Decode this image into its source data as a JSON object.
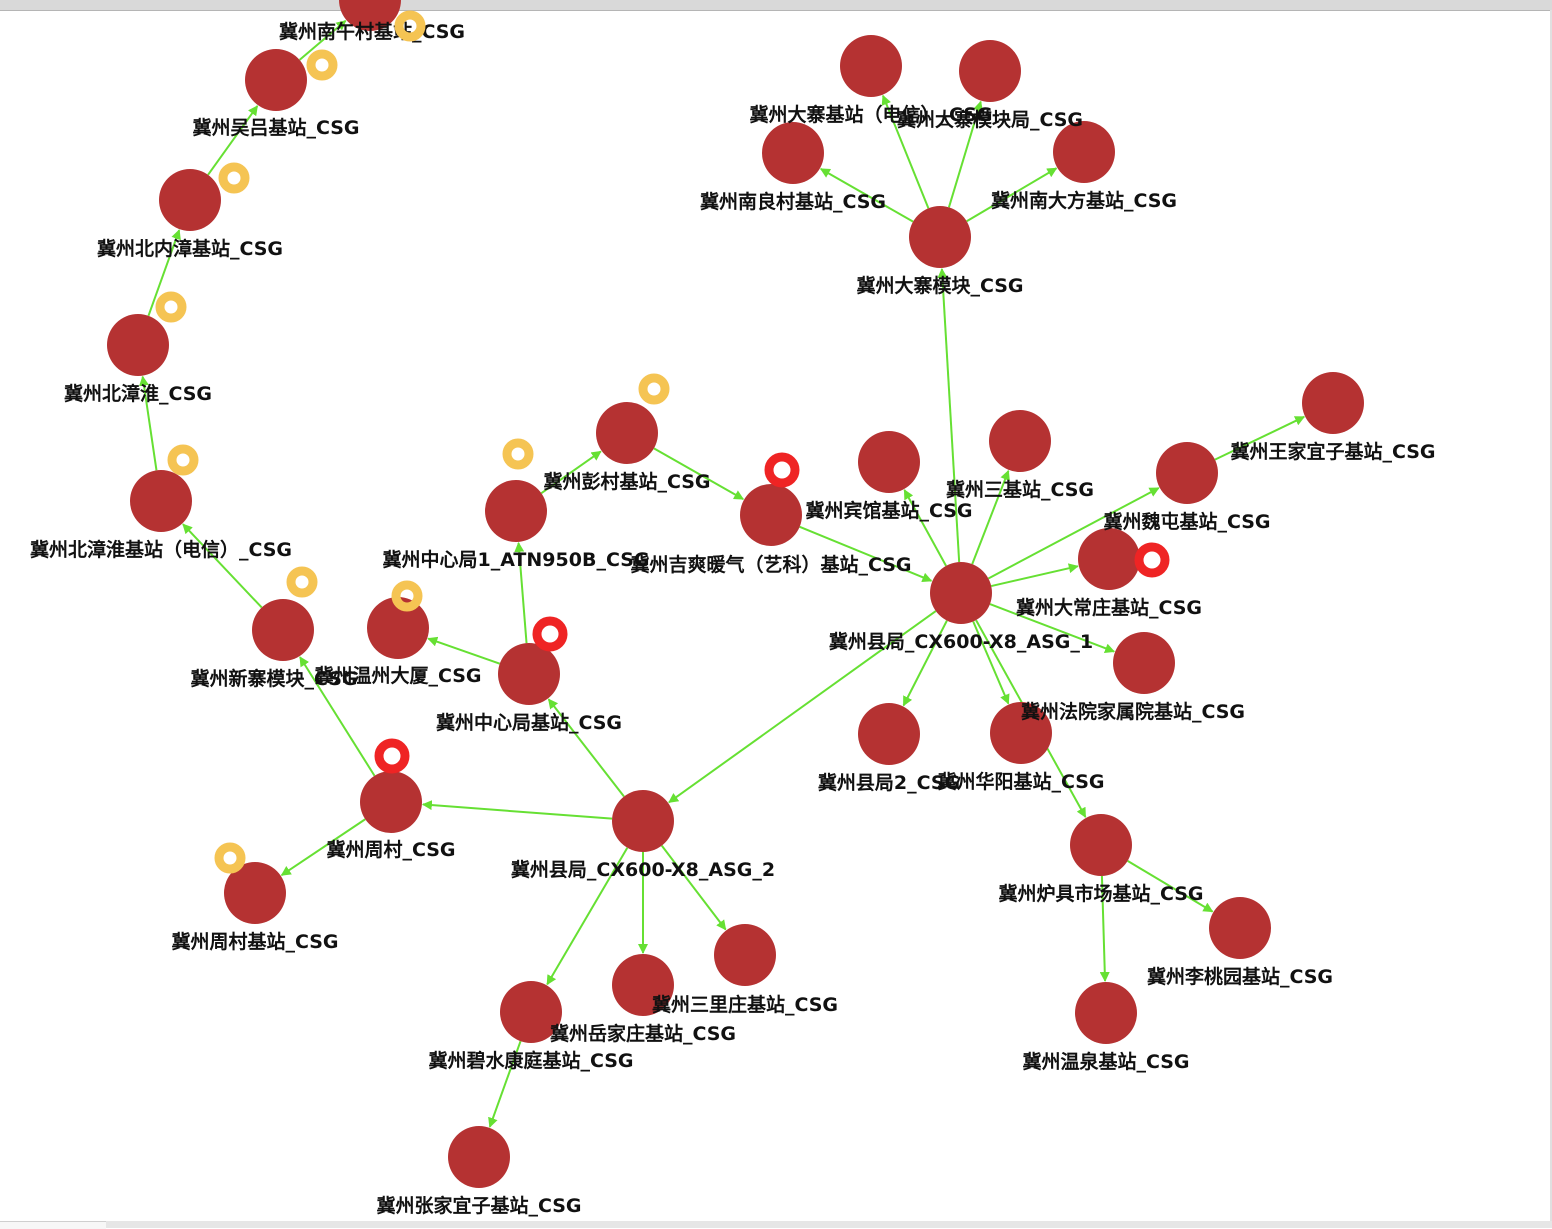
{
  "diagram": {
    "type": "network-topology",
    "colors": {
      "node_fill": "#b53232",
      "edge_color": "#66e033",
      "alarm_minor": "#f5c453",
      "alarm_critical": "#ef2424",
      "label_color": "#111111"
    },
    "nodes": [
      {
        "id": "n_nanwucun",
        "label": "冀州南午村基站_CSG",
        "alarm": "minor"
      },
      {
        "id": "n_wulv",
        "label": "冀州吴吕基站_CSG",
        "alarm": "minor"
      },
      {
        "id": "n_beineizhang",
        "label": "冀州北内漳基站_CSG",
        "alarm": "minor"
      },
      {
        "id": "n_beizhanghuai",
        "label": "冀州北漳淮_CSG",
        "alarm": "minor"
      },
      {
        "id": "n_beizhanghuai_dx",
        "label": "冀州北漳淮基站（电信）_CSG",
        "alarm": "minor"
      },
      {
        "id": "n_xinzhai",
        "label": "冀州新寨模块_CSG",
        "alarm": "minor"
      },
      {
        "id": "n_wenzhou",
        "label": "冀州温州大厦_CSG",
        "alarm": "minor"
      },
      {
        "id": "n_zhongxin_atn",
        "label": "冀州中心局1_ATN950B_CSG",
        "alarm": "minor"
      },
      {
        "id": "n_pengcun",
        "label": "冀州彭村基站_CSG",
        "alarm": "minor"
      },
      {
        "id": "n_jishuang",
        "label": "冀州吉爽暖气（艺科）基站_CSG",
        "alarm": "critical"
      },
      {
        "id": "n_zhongxin_bs",
        "label": "冀州中心局基站_CSG",
        "alarm": "critical"
      },
      {
        "id": "n_zhoucun",
        "label": "冀州周村_CSG",
        "alarm": "critical"
      },
      {
        "id": "n_zhoucun_bs",
        "label": "冀州周村基站_CSG",
        "alarm": "minor"
      },
      {
        "id": "n_asg2",
        "label": "冀州县局_CX600-X8_ASG_2",
        "alarm": "none"
      },
      {
        "id": "n_bishui",
        "label": "冀州碧水康庭基站_CSG",
        "alarm": "none"
      },
      {
        "id": "n_zhangjia",
        "label": "冀州张家宜子基站_CSG",
        "alarm": "none"
      },
      {
        "id": "n_yuejia",
        "label": "冀州岳家庄基站_CSG",
        "alarm": "none"
      },
      {
        "id": "n_sanli",
        "label": "冀州三里庄基站_CSG",
        "alarm": "none"
      },
      {
        "id": "n_asg1",
        "label": "冀州县局_CX600-X8_ASG_1",
        "alarm": "none"
      },
      {
        "id": "n_dazhai_mk",
        "label": "冀州大寨模块_CSG",
        "alarm": "none"
      },
      {
        "id": "n_dazhai_dx",
        "label": "冀州大寨基站（电信）_CSG",
        "alarm": "none"
      },
      {
        "id": "n_dazhai_mkj",
        "label": "冀州大寨模块局_CSG",
        "alarm": "none"
      },
      {
        "id": "n_nanliang",
        "label": "冀州南良村基站_CSG",
        "alarm": "none"
      },
      {
        "id": "n_nandafang",
        "label": "冀州南大方基站_CSG",
        "alarm": "none"
      },
      {
        "id": "n_binguan",
        "label": "冀州宾馆基站_CSG",
        "alarm": "none"
      },
      {
        "id": "n_sanjizhan",
        "label": "冀州三基站_CSG",
        "alarm": "none"
      },
      {
        "id": "n_wangjia",
        "label": "冀州王家宜子基站_CSG",
        "alarm": "none"
      },
      {
        "id": "n_weitun",
        "label": "冀州魏屯基站_CSG",
        "alarm": "none"
      },
      {
        "id": "n_dachang",
        "label": "冀州大常庄基站_CSG",
        "alarm": "critical"
      },
      {
        "id": "n_fayuan",
        "label": "冀州法院家属院基站_CSG",
        "alarm": "none"
      },
      {
        "id": "n_xianju2",
        "label": "冀州县局2_CSG",
        "alarm": "none"
      },
      {
        "id": "n_huayang",
        "label": "冀州华阳基站_CSG",
        "alarm": "none"
      },
      {
        "id": "n_luju",
        "label": "冀州炉具市场基站_CSG",
        "alarm": "none"
      },
      {
        "id": "n_litao",
        "label": "冀州李桃园基站_CSG",
        "alarm": "none"
      },
      {
        "id": "n_wenquan",
        "label": "冀州温泉基站_CSG",
        "alarm": "none"
      }
    ],
    "edges": [
      {
        "from": "n_wulv",
        "to": "n_nanwucun"
      },
      {
        "from": "n_beineizhang",
        "to": "n_wulv"
      },
      {
        "from": "n_beizhanghuai",
        "to": "n_beineizhang"
      },
      {
        "from": "n_beizhanghuai_dx",
        "to": "n_beizhanghuai"
      },
      {
        "from": "n_xinzhai",
        "to": "n_beizhanghuai_dx"
      },
      {
        "from": "n_zhoucun",
        "to": "n_xinzhai"
      },
      {
        "from": "n_zhoucun",
        "to": "n_zhoucun_bs"
      },
      {
        "from": "n_asg2",
        "to": "n_zhoucun"
      },
      {
        "from": "n_asg2",
        "to": "n_zhongxin_bs"
      },
      {
        "from": "n_zhongxin_bs",
        "to": "n_wenzhou"
      },
      {
        "from": "n_zhongxin_bs",
        "to": "n_zhongxin_atn"
      },
      {
        "from": "n_zhongxin_atn",
        "to": "n_pengcun"
      },
      {
        "from": "n_pengcun",
        "to": "n_jishuang"
      },
      {
        "from": "n_jishuang",
        "to": "n_asg1"
      },
      {
        "from": "n_asg1",
        "to": "n_asg2"
      },
      {
        "from": "n_asg2",
        "to": "n_bishui"
      },
      {
        "from": "n_bishui",
        "to": "n_zhangjia"
      },
      {
        "from": "n_asg2",
        "to": "n_yuejia"
      },
      {
        "from": "n_asg2",
        "to": "n_sanli"
      },
      {
        "from": "n_asg1",
        "to": "n_dazhai_mk"
      },
      {
        "from": "n_dazhai_mk",
        "to": "n_dazhai_dx"
      },
      {
        "from": "n_dazhai_mk",
        "to": "n_dazhai_mkj"
      },
      {
        "from": "n_dazhai_mk",
        "to": "n_nanliang"
      },
      {
        "from": "n_dazhai_mk",
        "to": "n_nandafang"
      },
      {
        "from": "n_asg1",
        "to": "n_binguan"
      },
      {
        "from": "n_asg1",
        "to": "n_sanjizhan"
      },
      {
        "from": "n_asg1",
        "to": "n_weitun"
      },
      {
        "from": "n_weitun",
        "to": "n_wangjia"
      },
      {
        "from": "n_asg1",
        "to": "n_dachang"
      },
      {
        "from": "n_asg1",
        "to": "n_fayuan"
      },
      {
        "from": "n_asg1",
        "to": "n_xianju2"
      },
      {
        "from": "n_asg1",
        "to": "n_huayang"
      },
      {
        "from": "n_asg1",
        "to": "n_luju"
      },
      {
        "from": "n_luju",
        "to": "n_litao"
      },
      {
        "from": "n_luju",
        "to": "n_wenquan"
      }
    ]
  }
}
